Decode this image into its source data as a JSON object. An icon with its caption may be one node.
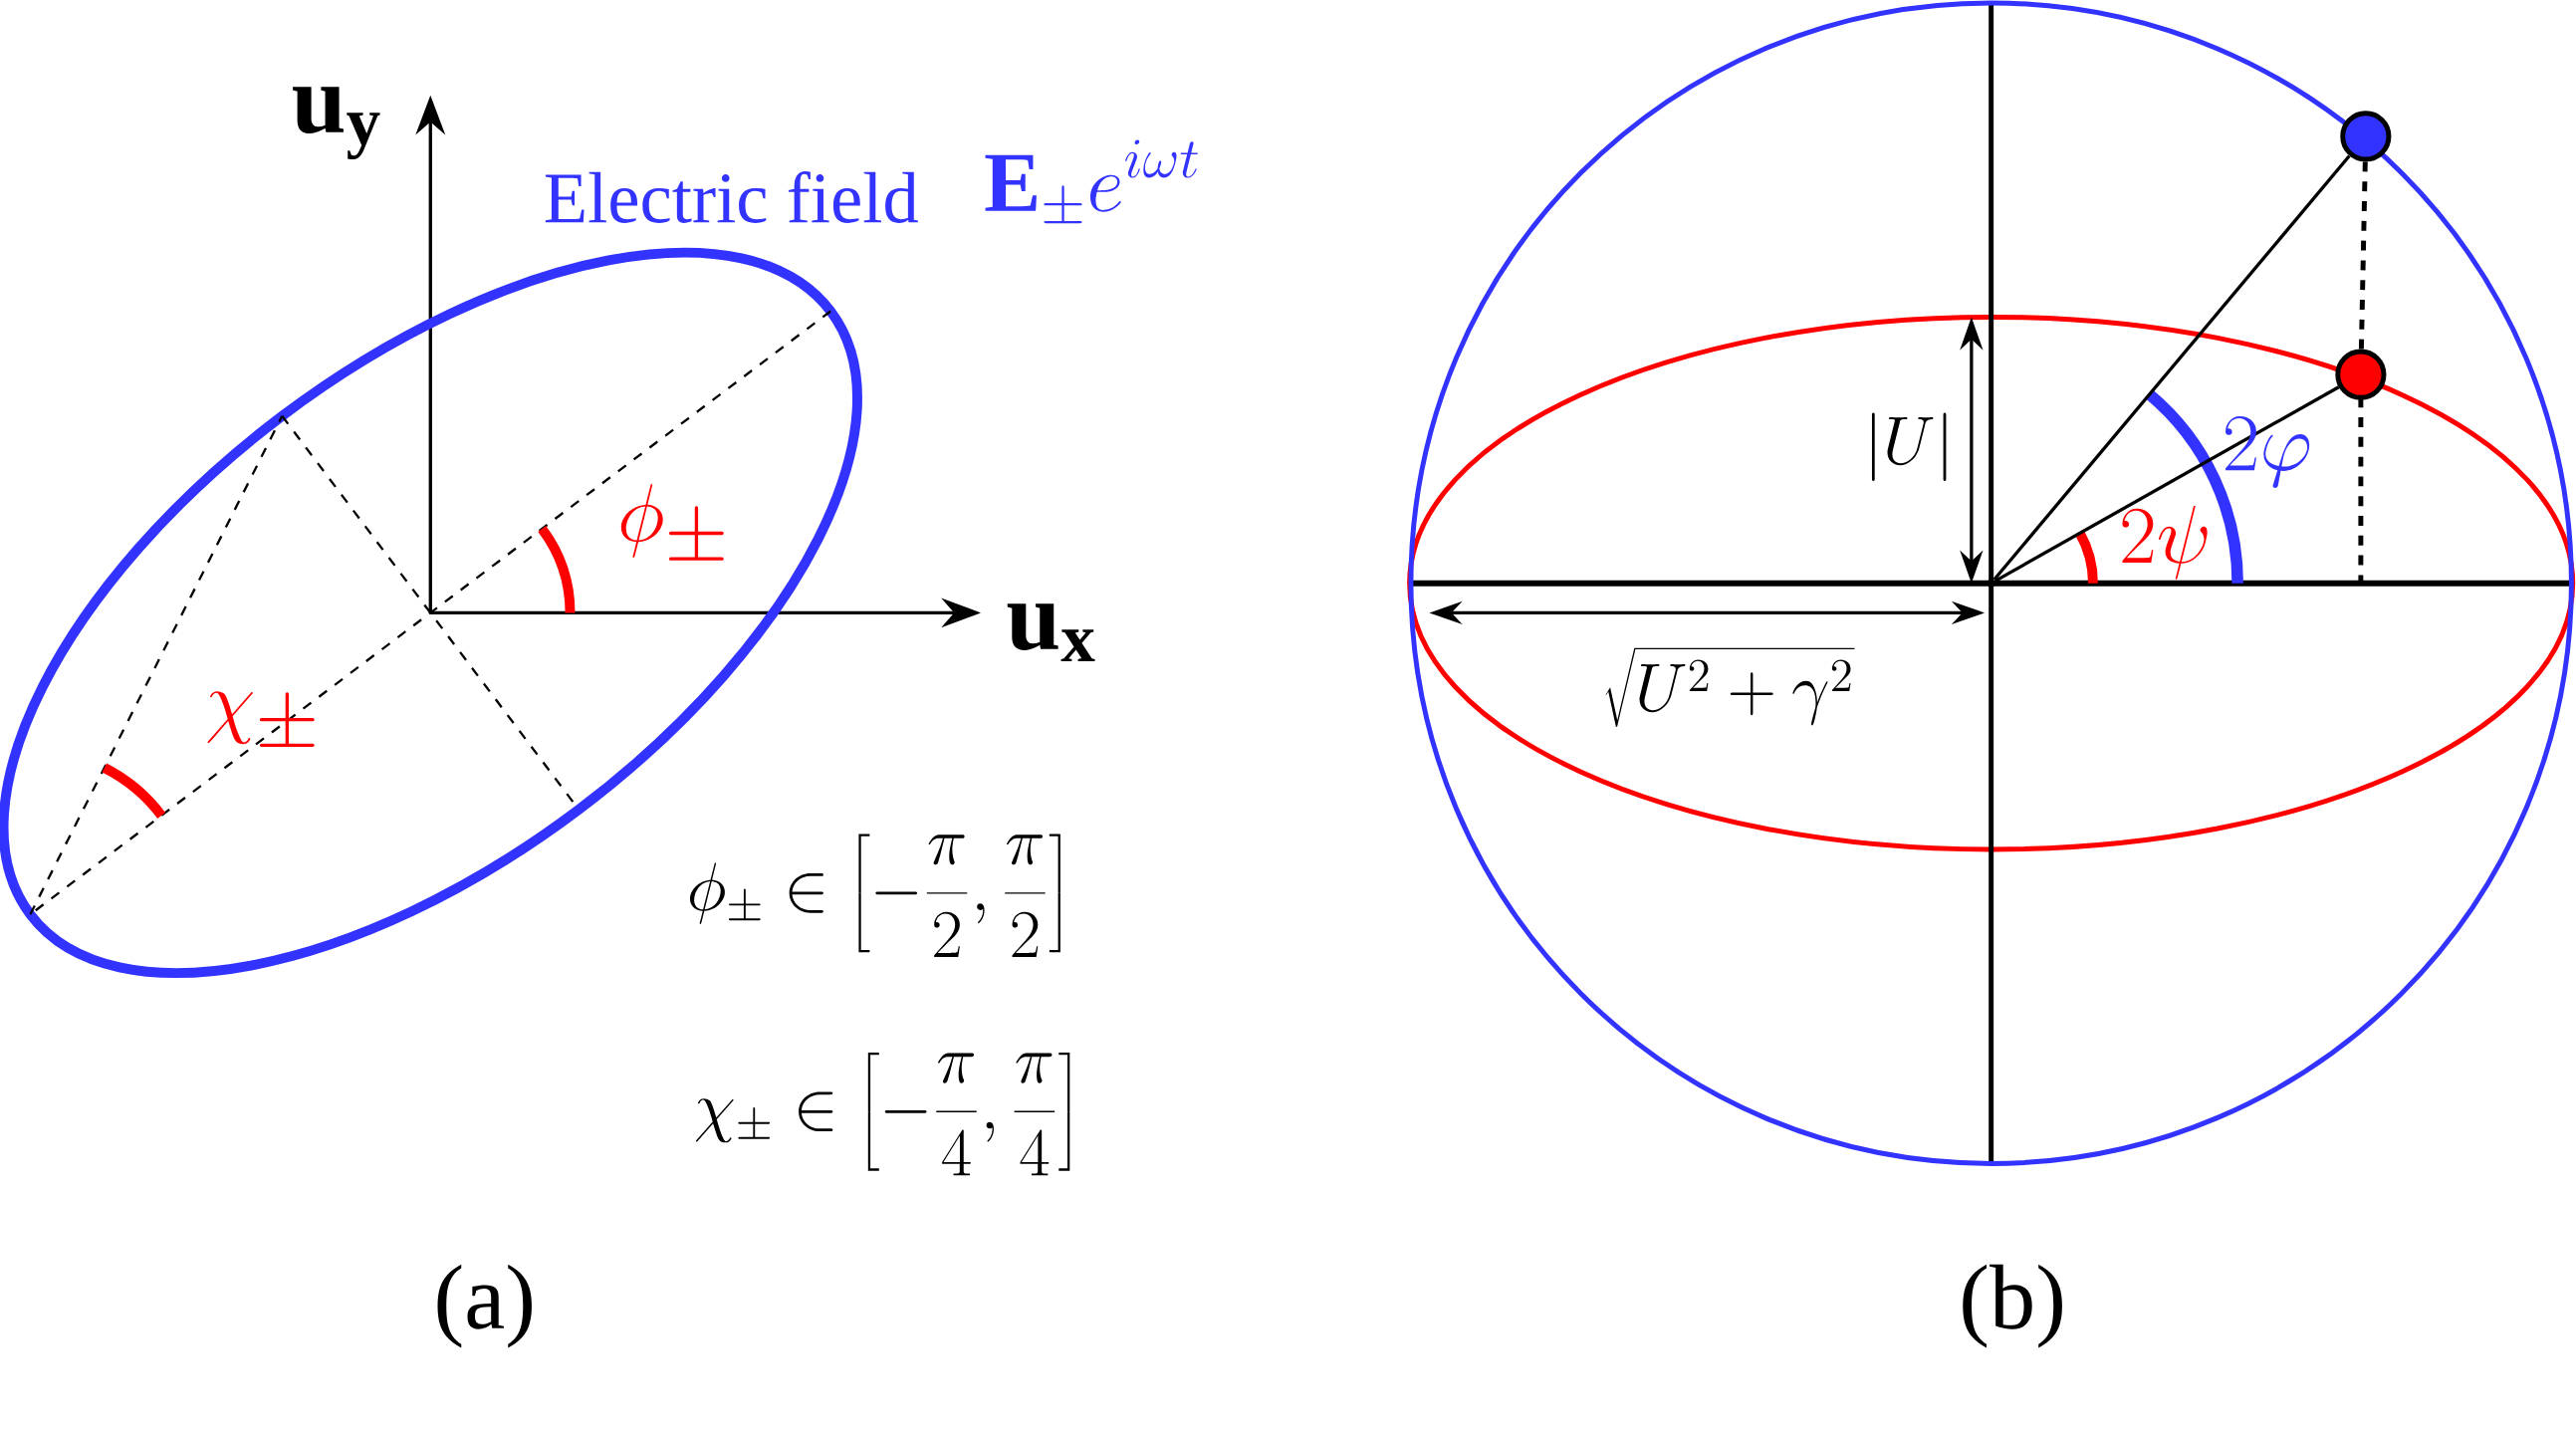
{
  "diagram": {
    "nodes": [
      {
        "text": [],
        "shape": "circle"
      },
      {
        "text": [],
        "shape": "circle",
        "in": 0
      },
      {
        "text": [],
        "shape": "circle",
        "in": 0
      },
      {
        "text": [],
        "shape": "point",
        "in": 0
      }
    ],
    "edges": [
      {
        "from": 1,
        "to": 2,
        "arrow": "none",
        "style": "dashed"
      },
      {
        "from": 3,
        "to": 1,
        "arrow": "none"
      },
      {
        "from": 3,
        "to": 2,
        "arrow": "none"
      }
    ],
    "labels": [
      "\\mathbf{u}_{\\mathbf{y}}",
      "Electric field",
      "\\mathbf{E}_{\\pm}e^{i\\omega t}",
      "\\phi_{\\pm}",
      "\\mathbf{u}_{\\mathbf{x}}",
      "\\chi_{\\pm}",
      "\\phi_{\\pm}\\in\\left[-\\frac{\\pi}{2},\\frac{\\pi}{2}\\right]",
      "\\chi_{\\pm}\\in\\left[-\\frac{\\pi}{4},\\frac{\\pi}{4}\\right]",
      "(a)",
      "|U|",
      "2\\varphi",
      "2\\psi",
      "\\sqrt{U^{2}+\\gamma^{2}}",
      "(b)"
    ]
  }
}
